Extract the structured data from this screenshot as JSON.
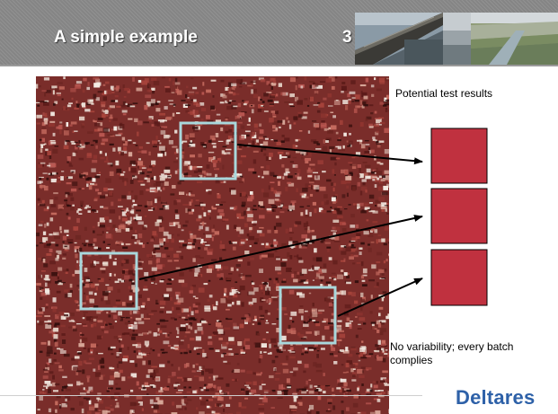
{
  "slide": {
    "title": "A simple example",
    "number": "3"
  },
  "annotations": {
    "results_label": "Potential test results",
    "conclusion": [
      "No variability; every batch",
      "complies"
    ]
  },
  "logo": {
    "text": "Deltares",
    "color": "#2e61a8"
  },
  "colors": {
    "header_band": "#858585",
    "sample_box": "#a9d8dc",
    "result_fill": "#c0313f",
    "texture_base": "#7a2d2a"
  },
  "sample_boxes": 3,
  "result_squares": 3
}
